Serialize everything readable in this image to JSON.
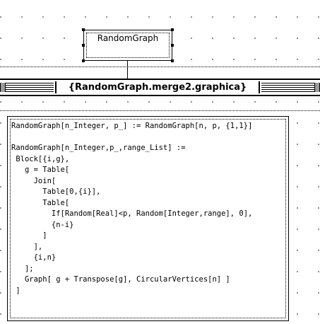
{
  "node": {
    "label": "RandomGraph"
  },
  "banner": {
    "title": "{RandomGraph.merge2.graphica}"
  },
  "code": {
    "lines": [
      "RandomGraph[n_Integer, p_] := RandomGraph[n, p, {1,1}]",
      "",
      "RandomGraph[n_Integer,p_,range_List] :=",
      " Block[{i,g},",
      "   g = Table[",
      "     Join[",
      "       Table[0,{i}],",
      "       Table[",
      "         If[Random[Real]<p, Random[Integer,range], 0],",
      "         {n-i}",
      "       ]",
      "     ],",
      "     {i,n}",
      "   ];",
      "   Graph[ g + Transpose[g], CircularVertices[n] ]",
      " ]"
    ]
  }
}
